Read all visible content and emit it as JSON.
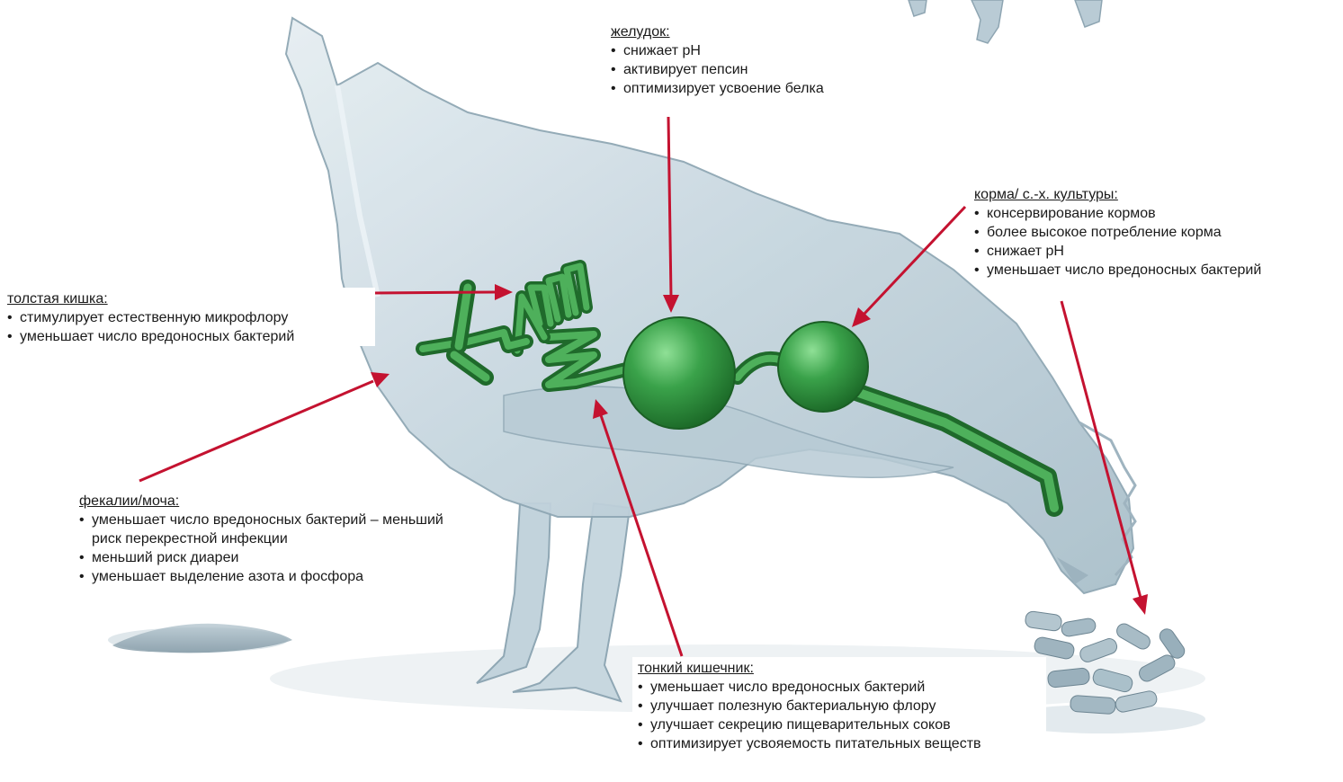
{
  "colors": {
    "arrow": "#c41230",
    "gut": "#2f8a3c",
    "gut_light": "#6ccb76",
    "body": "#c3d3dc",
    "body_edge": "#8fa7b4"
  },
  "annotations": {
    "stomach": {
      "heading": "желудок:",
      "items": [
        "снижает pH",
        "активирует пепсин",
        "оптимизирует усвоение белка"
      ]
    },
    "feed": {
      "heading": "корма/ с.-х. культуры:",
      "items": [
        "консервирование кормов",
        "более высокое потребление корма",
        "снижает pH",
        "уменьшает число вредоносных бактерий"
      ]
    },
    "large_intestine": {
      "heading": "толстая кишка:",
      "items": [
        "стимулирует естественную микрофлору",
        "уменьшает число вредоносных бактерий"
      ]
    },
    "feces": {
      "heading": "фекалии/моча:",
      "items": [
        "уменьшает число вредоносных бактерий – меньший риск перекрестной инфекции",
        "меньший риск диареи",
        "уменьшает выделение азота и фосфора"
      ]
    },
    "small_intestine": {
      "heading": "тонкий кишечник:",
      "items": [
        "уменьшает число вредоносных бактерий",
        "улучшает полезную бактериальную флору",
        "улучшает секрецию пищеварительных соков",
        "оптимизирует усвояемость питательных веществ"
      ]
    }
  }
}
